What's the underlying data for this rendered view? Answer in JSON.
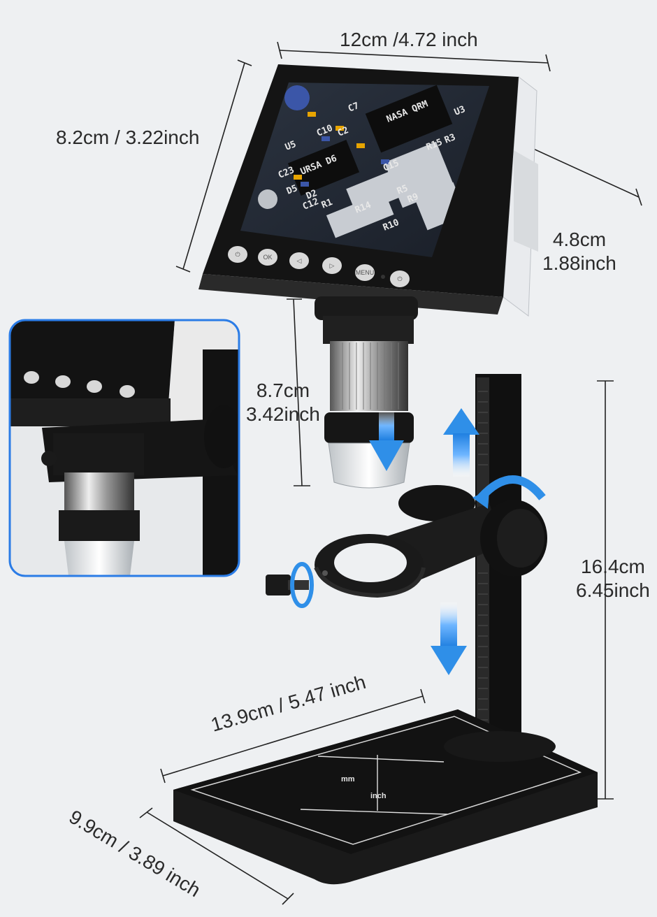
{
  "dimensions": {
    "screen_width": "12cm /4.72 inch",
    "screen_height": "8.2cm / 3.22inch",
    "screen_depth_cm": "4.8cm",
    "screen_depth_in": "1.88inch",
    "lens_length_cm": "8.7cm",
    "lens_length_in": "3.42inch",
    "stand_height_cm": "16.4cm",
    "stand_height_in": "6.45inch",
    "base_length": "13.9cm / 5.47 inch",
    "base_width": "9.9cm / 3.89 inch"
  },
  "screen_labels": [
    "NASA QRM",
    "URSA D6",
    "C7",
    "C10",
    "C2",
    "C15",
    "C23",
    "C12",
    "U5",
    "U3",
    "D5",
    "D2",
    "R1",
    "R14",
    "R5",
    "R9",
    "R10",
    "R15",
    "R3"
  ],
  "buttons": [
    {
      "icon": "power-icon",
      "glyph": "⏻"
    },
    {
      "icon": "ok-icon",
      "glyph": "OK"
    },
    {
      "icon": "left-arrow-icon",
      "glyph": "◁"
    },
    {
      "icon": "right-arrow-icon",
      "glyph": "▷"
    },
    {
      "icon": "menu-icon",
      "glyph": "MENU"
    },
    {
      "icon": "power-button-icon",
      "glyph": "⏻"
    }
  ],
  "ruler": {
    "mm_label": "mm",
    "inch_label": "inch"
  },
  "colors": {
    "background": "#eef0f2",
    "device_black": "#151515",
    "arrow_blue": "#2f8fe8",
    "inset_border": "#2b7ce6"
  }
}
